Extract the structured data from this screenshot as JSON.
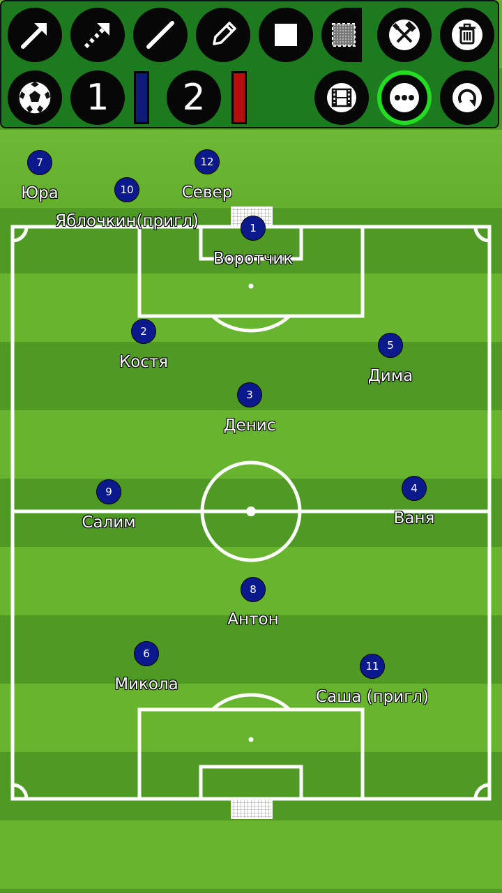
{
  "toolbar": {
    "row1": [
      {
        "name": "arrow-tool",
        "icon": "arrow-icon"
      },
      {
        "name": "dashed-arrow-tool",
        "icon": "dashed-arrow-icon"
      },
      {
        "name": "line-tool",
        "icon": "line-icon"
      },
      {
        "name": "pencil-tool",
        "icon": "pencil-icon"
      },
      {
        "name": "square-tool",
        "icon": "square-icon"
      },
      {
        "name": "area-tool",
        "icon": "shaded-area-icon"
      },
      {
        "name": "tools-button",
        "icon": "hammer-screwdriver-icon"
      },
      {
        "name": "delete-button",
        "icon": "trash-icon"
      }
    ],
    "team1_label": "1",
    "team2_label": "2",
    "team1_color": "#0d1a7a",
    "team2_color": "#b80d0d",
    "row2_icons": [
      "soccer-ball-icon",
      "film-icon",
      "more-icon",
      "refresh-icon"
    ],
    "selected_color": "#22dd22"
  },
  "players": [
    {
      "number": "7",
      "name": "Юра"
    },
    {
      "number": "10",
      "name": "Яблочкин(пригл)"
    },
    {
      "number": "12",
      "name": "Север"
    },
    {
      "number": "1",
      "name": "Воротчик"
    },
    {
      "number": "2",
      "name": "Костя"
    },
    {
      "number": "5",
      "name": "Дима"
    },
    {
      "number": "3",
      "name": "Денис"
    },
    {
      "number": "9",
      "name": "Салим"
    },
    {
      "number": "4",
      "name": "Ваня"
    },
    {
      "number": "8",
      "name": "Антон"
    },
    {
      "number": "6",
      "name": "Микола"
    },
    {
      "number": "11",
      "name": "Саша (пригл)"
    }
  ],
  "colors": {
    "player_fill": "#0a1a8c",
    "grass_light": "#67b52f",
    "grass_dark": "#4f9a25"
  }
}
